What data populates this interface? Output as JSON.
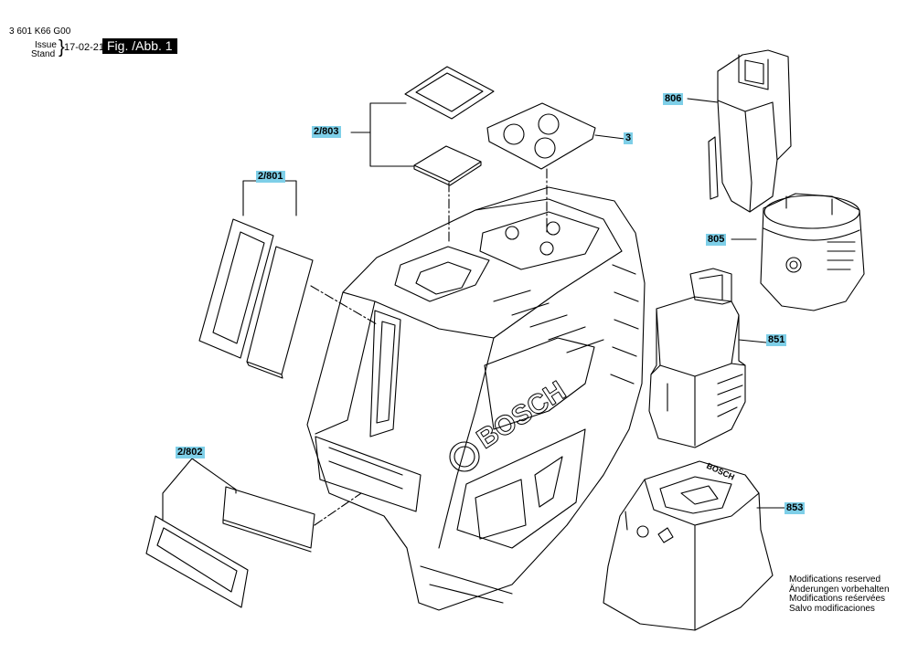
{
  "header": {
    "part_number": "3 601 K66 G00",
    "issue_label": "Issue",
    "stand_label": "Stand",
    "date": "17-02-21",
    "fig_label": "Fig. /Abb. 1"
  },
  "callouts": {
    "c2_803": "2/803",
    "c3": "3",
    "c2_801": "2/801",
    "c2_802": "2/802",
    "c806": "806",
    "c805": "805",
    "c851": "851",
    "c853": "853"
  },
  "brand": {
    "housing_logo": "BOSCH",
    "charger_logo": "BOSCH"
  },
  "modifications": [
    "Modifications reserved",
    "Änderungen vorbehalten",
    "Modifications reśervées",
    "Salvo modificaciones"
  ],
  "colors": {
    "callout_bg": "#7ecfe8",
    "fig_bg": "#000000",
    "line": "#000000"
  }
}
